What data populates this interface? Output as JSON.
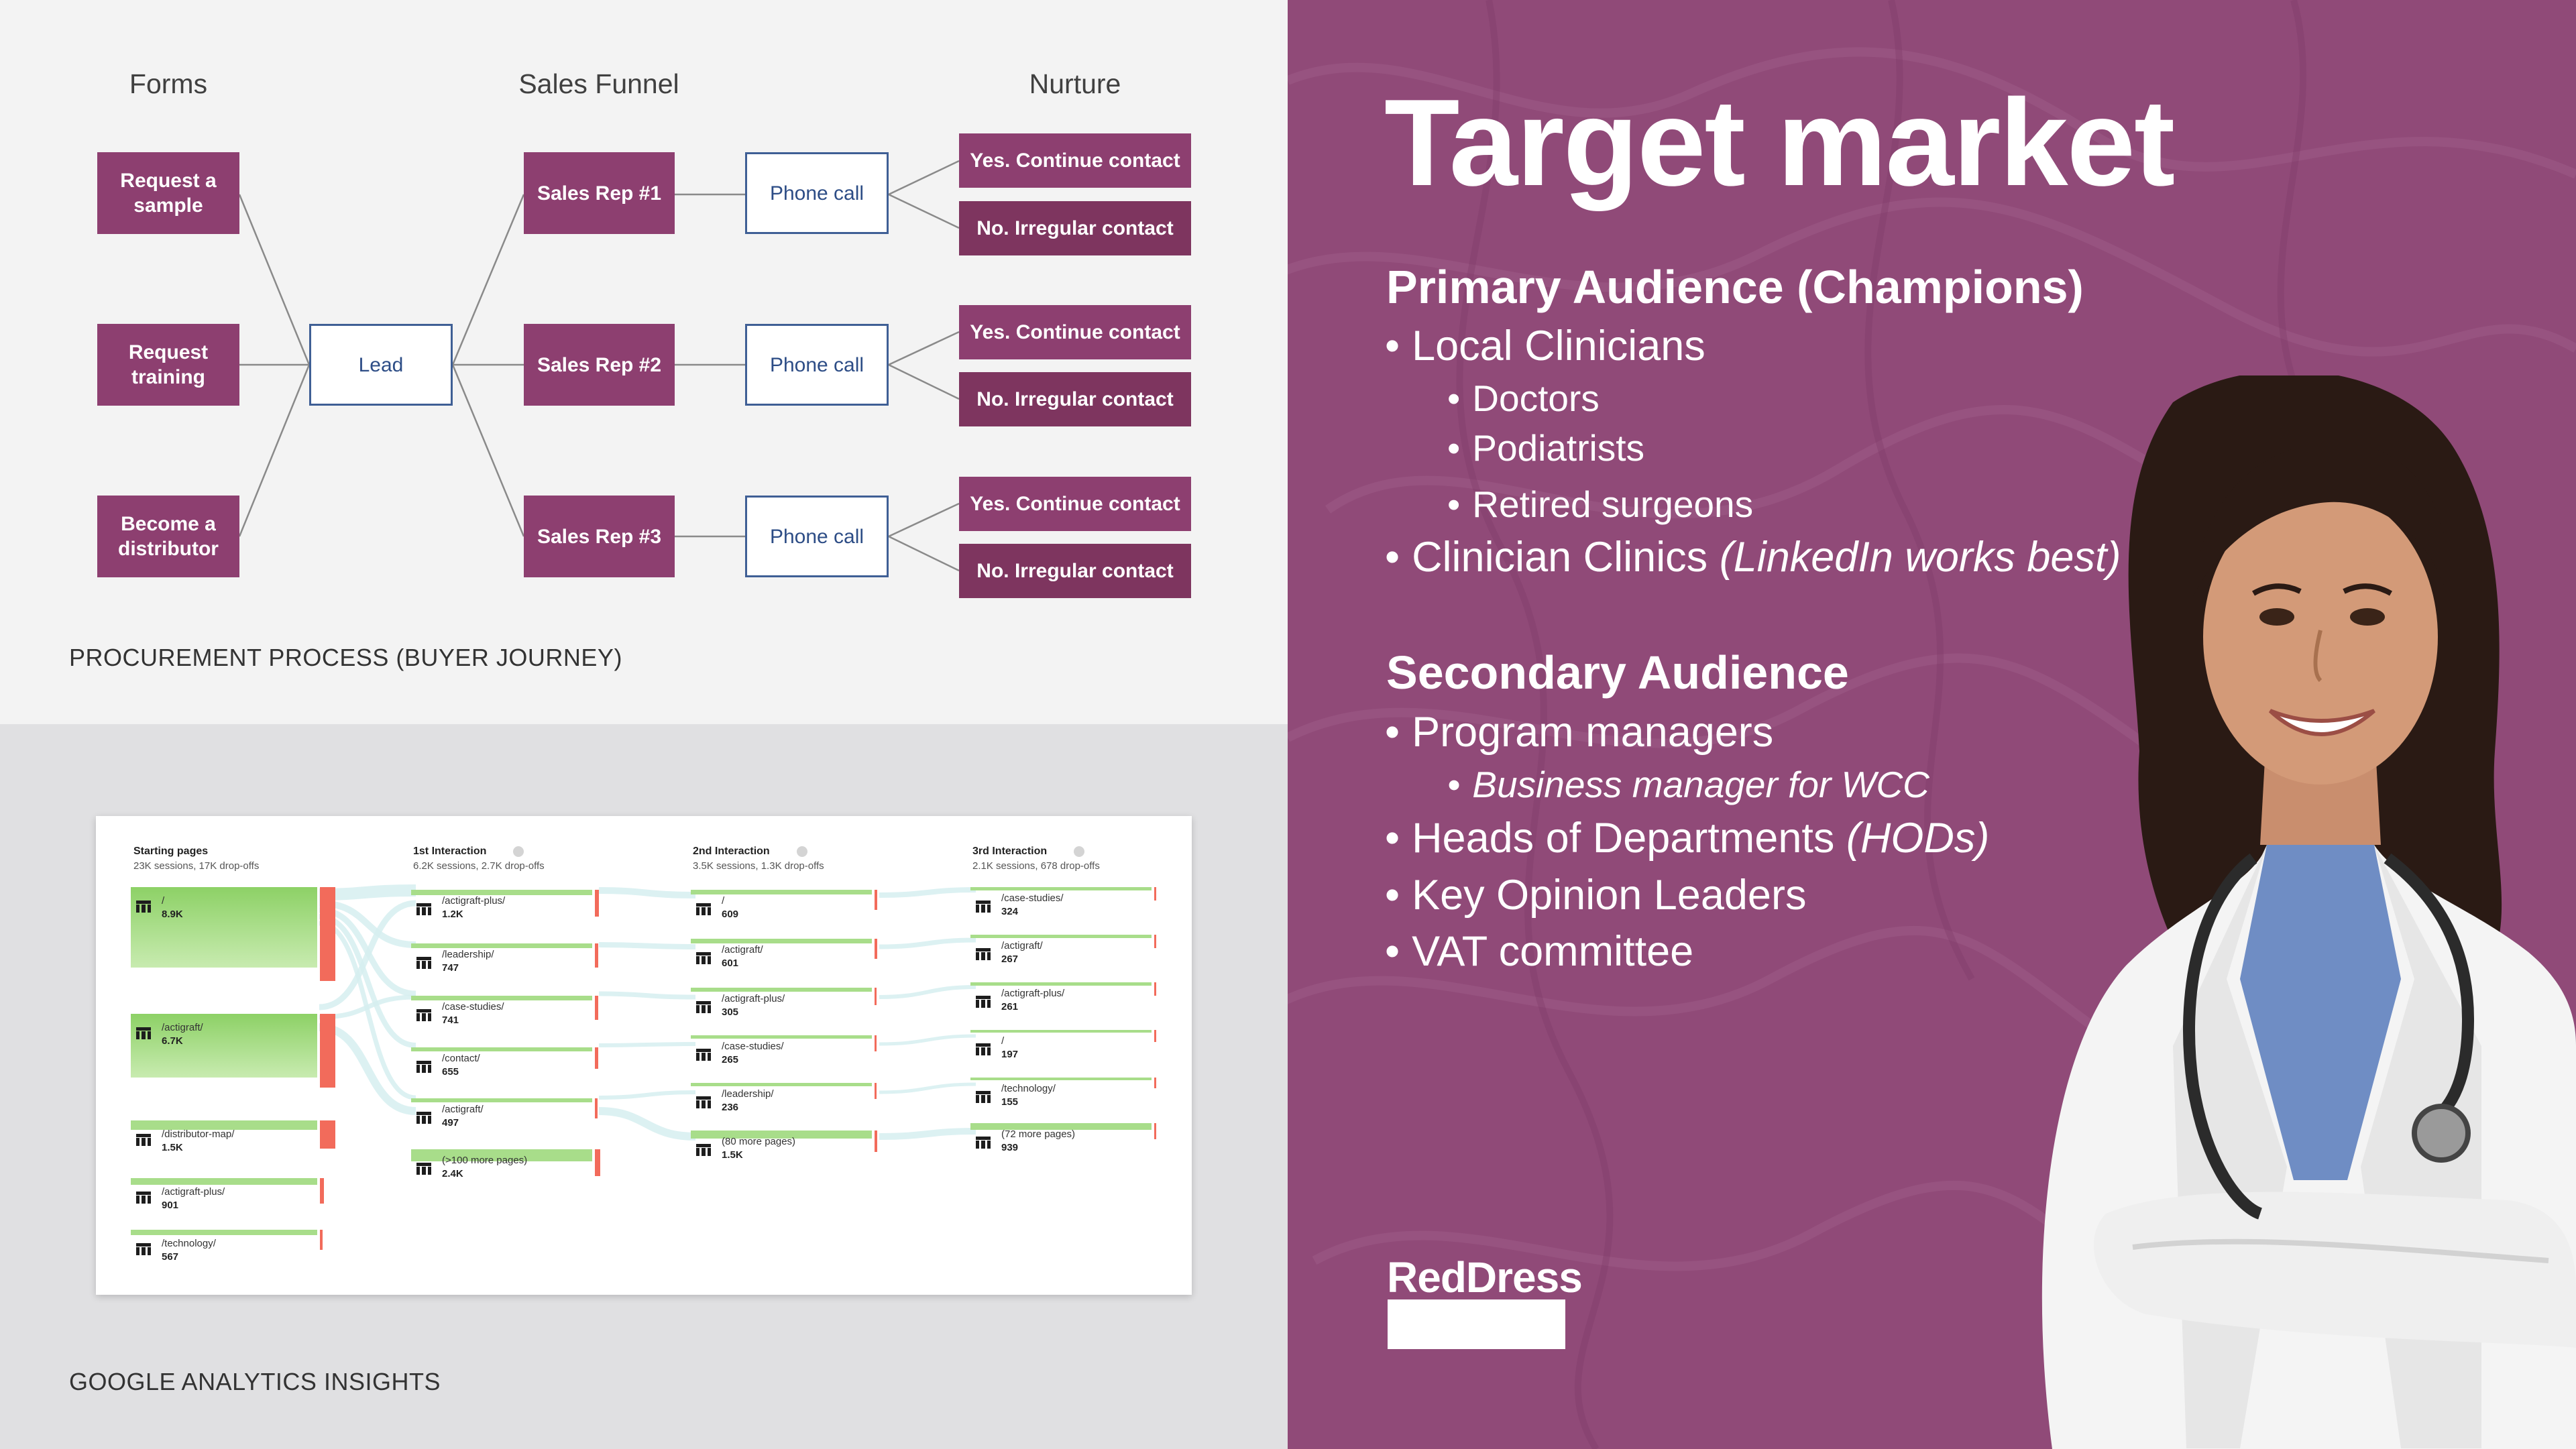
{
  "procurement": {
    "headers": {
      "forms": "Forms",
      "funnel": "Sales Funnel",
      "nurture": "Nurture"
    },
    "forms": [
      "Request a sample",
      "Request training",
      "Become a distributor"
    ],
    "lead": "Lead",
    "reps": [
      "Sales Rep #1",
      "Sales Rep #2",
      "Sales Rep #3"
    ],
    "calls": [
      "Phone call",
      "Phone call",
      "Phone call"
    ],
    "nurture_yes": "Yes. Continue contact",
    "nurture_no": "No. Irregular contact",
    "caption": "PROCUREMENT PROCESS (BUYER JOURNEY)"
  },
  "analytics": {
    "caption": "GOOGLE ANALYTICS INSIGHTS",
    "columns": [
      {
        "title": "Starting pages",
        "sub": "23K sessions, 17K drop-offs"
      },
      {
        "title": "1st Interaction",
        "sub": "6.2K sessions, 2.7K drop-offs"
      },
      {
        "title": "2nd Interaction",
        "sub": "3.5K sessions, 1.3K drop-offs"
      },
      {
        "title": "3rd Interaction",
        "sub": "2.1K sessions, 678 drop-offs"
      }
    ],
    "start_pages": [
      {
        "page": "/",
        "count": "8.9K"
      },
      {
        "page": "/actigraft/",
        "count": "6.7K"
      },
      {
        "page": "/distributor-map/",
        "count": "1.5K"
      },
      {
        "page": "/actigraft-plus/",
        "count": "901"
      },
      {
        "page": "/technology/",
        "count": "567"
      }
    ],
    "first": [
      {
        "page": "/actigraft-plus/",
        "count": "1.2K"
      },
      {
        "page": "/leadership/",
        "count": "747"
      },
      {
        "page": "/case-studies/",
        "count": "741"
      },
      {
        "page": "/contact/",
        "count": "655"
      },
      {
        "page": "/actigraft/",
        "count": "497"
      },
      {
        "page": "(>100 more pages)",
        "count": "2.4K"
      }
    ],
    "second": [
      {
        "page": "/",
        "count": "609"
      },
      {
        "page": "/actigraft/",
        "count": "601"
      },
      {
        "page": "/actigraft-plus/",
        "count": "305"
      },
      {
        "page": "/case-studies/",
        "count": "265"
      },
      {
        "page": "/leadership/",
        "count": "236"
      },
      {
        "page": "(80 more pages)",
        "count": "1.5K"
      }
    ],
    "third": [
      {
        "page": "/case-studies/",
        "count": "324"
      },
      {
        "page": "/actigraft/",
        "count": "267"
      },
      {
        "page": "/actigraft-plus/",
        "count": "261"
      },
      {
        "page": "/",
        "count": "197"
      },
      {
        "page": "/technology/",
        "count": "155"
      },
      {
        "page": "(72 more pages)",
        "count": "939"
      }
    ]
  },
  "target": {
    "title": "Target market",
    "primary_head": "Primary Audience (Champions)",
    "primary": {
      "local": "Local Clinicians",
      "doctors": "Doctors",
      "podiatrists": "Podiatrists",
      "surgeons": "Retired surgeons",
      "clinics": "Clinician Clinics",
      "clinics_note": "(LinkedIn works best)"
    },
    "secondary_head": "Secondary Audience",
    "secondary": {
      "program": "Program managers",
      "business": "Business manager for WCC",
      "heads": "Heads of Departments",
      "heads_note": "(HODs)",
      "kol": "Key Opinion Leaders",
      "vat": "VAT committee"
    },
    "bullet": "•",
    "brand": "RedDress"
  },
  "colors": {
    "purple": "#904a78",
    "box": "#8d3f70",
    "outline": "#3f5f95",
    "bar": "#8dd166",
    "drop": "#f26b5b"
  }
}
